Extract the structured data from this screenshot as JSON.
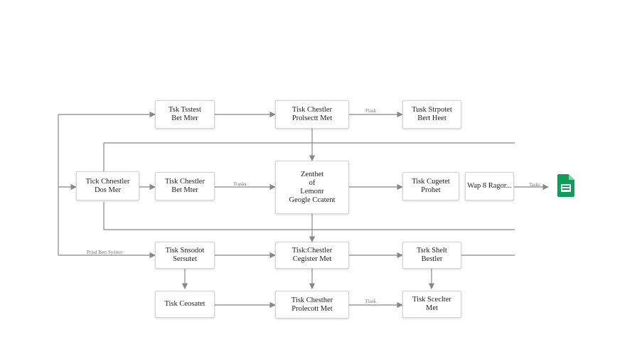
{
  "colors": {
    "line": "#888888",
    "box_border": "#d3d3d3",
    "sheets_green": "#0f9d58",
    "sheets_fold": "#87ceac"
  },
  "icons": {
    "output": "google-sheets-icon"
  },
  "nodes": {
    "n1": [
      "Tsk Tsstest",
      "Bet Mter"
    ],
    "n2": [
      "Tisk Chestler",
      "Prolsectt Met"
    ],
    "n3": [
      "Tusk Strpotet",
      "Bert Heet"
    ],
    "n4": [
      "Tick Chnestler",
      "Dos Mer"
    ],
    "n5": [
      "Tisk Chestler",
      "Bet Mter"
    ],
    "n6": [
      "Zenthet",
      "of",
      "Lemonr",
      "Geogle Ccatent"
    ],
    "n7": [
      "Tisk Cugetet",
      "Prohet"
    ],
    "n8": [
      "Wap 8 Ragor..."
    ],
    "n9": [
      "Tisk Snsodot",
      "Sersutet"
    ],
    "n10": [
      "Tisk:Chestler",
      "Cegister Met"
    ],
    "n11": [
      "Tsrk Shelt",
      "Bestler"
    ],
    "n12": [
      "Tisk Ceosatet"
    ],
    "n13": [
      "Tisk Chesther",
      "Prolecott Met"
    ],
    "n14": [
      "Tisk Sceclter",
      "Met"
    ]
  },
  "edge_labels": {
    "l1": "Flask",
    "l2": "Trasks",
    "l3": "Tasks",
    "l4": "Prisd Bert Syéster",
    "l5": "Flask"
  }
}
